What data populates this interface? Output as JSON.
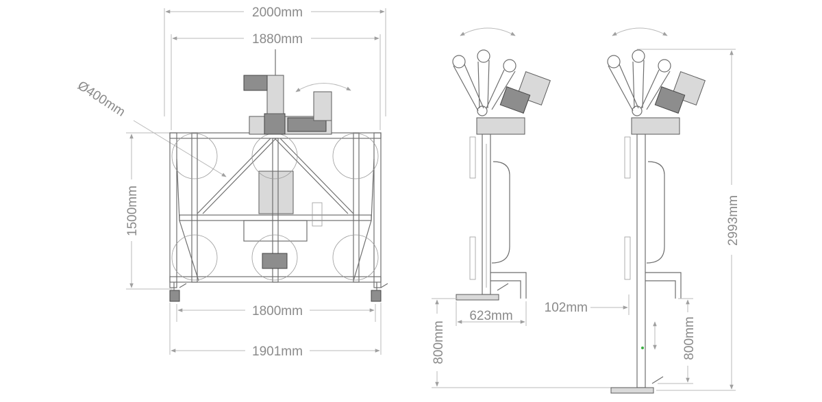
{
  "dimensions": {
    "width_overall": "2000mm",
    "width_frame": "1880mm",
    "cup_diameter": "Ø400mm",
    "frame_height": "1500mm",
    "base_inner": "1800mm",
    "base_outer": "1901mm",
    "side_depth": "623mm",
    "side_lift_left": "800mm",
    "side_offset": "102mm",
    "side_lift_right": "800mm",
    "total_height": "2993mm"
  },
  "colors": {
    "line": "#6e6e6e",
    "dimension": "#b9b9b9",
    "text": "#8a8a8a",
    "accent_marker": "#3cb043"
  }
}
